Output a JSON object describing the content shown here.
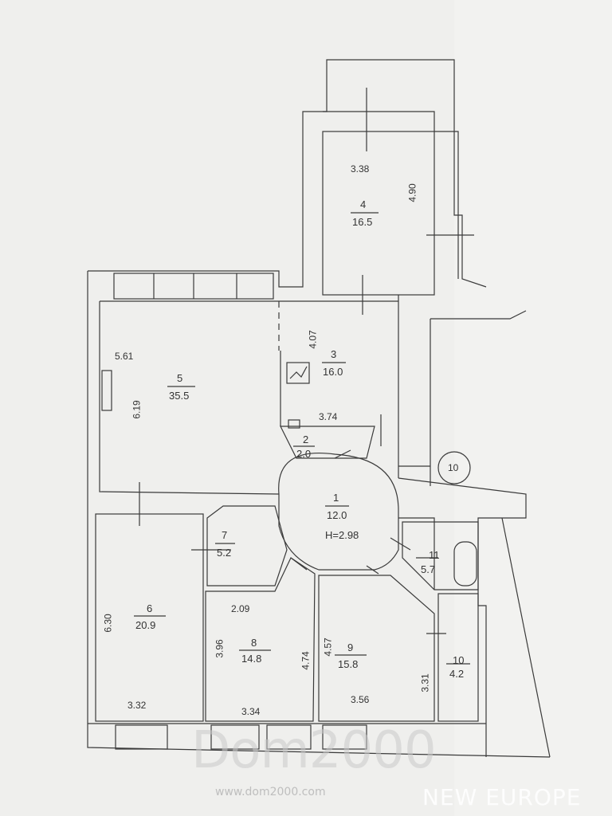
{
  "rooms": [
    {
      "id": "1",
      "number": "1",
      "area": "12.0",
      "extra": "H=2.98"
    },
    {
      "id": "2",
      "number": "2",
      "area": "2.0"
    },
    {
      "id": "3",
      "number": "3",
      "area": "16.0"
    },
    {
      "id": "4",
      "number": "4",
      "area": "16.5"
    },
    {
      "id": "5",
      "number": "5",
      "area": "35.5"
    },
    {
      "id": "6",
      "number": "6",
      "area": "20.9"
    },
    {
      "id": "7",
      "number": "7",
      "area": "5.2"
    },
    {
      "id": "8",
      "number": "8",
      "area": "14.8"
    },
    {
      "id": "9",
      "number": "9",
      "area": "15.8"
    },
    {
      "id": "10",
      "number": "10",
      "area": "4.2"
    },
    {
      "id": "11",
      "number": "11",
      "area": "5.7"
    }
  ],
  "dimensions": {
    "d4w": "3.38",
    "d4h": "4.90",
    "d5a": "5.61",
    "d5b": "6.19",
    "d3a": "4.07",
    "d3b": "3.74",
    "d6h": "6.30",
    "d6w": "3.32",
    "d8a": "2.09",
    "d8b": "3.96",
    "d8c": "4.74",
    "d8w": "3.34",
    "d9h": "4.57",
    "d9w": "3.56",
    "d10h": "3.31"
  },
  "marker": "10",
  "watermark": {
    "main": "Dom2000",
    "url": "www.dom2000.com",
    "brand": "NEW EUROPE"
  }
}
